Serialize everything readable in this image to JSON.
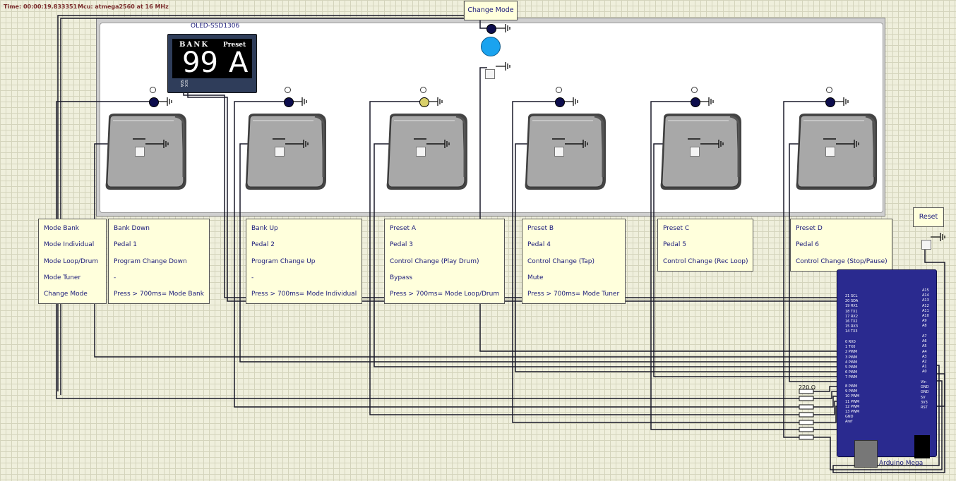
{
  "status": {
    "time": "Time: 00:00:19.833351",
    "mcu": "Mcu: atmega2560 at 16 MHz"
  },
  "oled": {
    "label": "OLED-SSD1306",
    "bank_text": "BANK",
    "preset_text": "Preset",
    "bank_number": "99",
    "preset_letter": "A",
    "pins": "SCK SDA"
  },
  "change_mode_label": "Change Mode",
  "reset_label": "Reset",
  "resistor_label": "220 Ω",
  "arduino_label": "Arduino Mega",
  "mode_legend": [
    "Mode Bank",
    "Mode Individual",
    "Mode Loop/Drum",
    "Mode Tuner",
    "Change Mode"
  ],
  "pedals": [
    {
      "lines": [
        "Bank Down",
        "Pedal 1",
        "Program Change Down",
        "-",
        "Press > 700ms= Mode Bank"
      ],
      "led_lit": false
    },
    {
      "lines": [
        "Bank Up",
        "Pedal 2",
        "Program Change Up",
        "-",
        "Press > 700ms= Mode Individual"
      ],
      "led_lit": false
    },
    {
      "lines": [
        "Preset A",
        "Pedal 3",
        "Control Change (Play Drum)",
        "Bypass",
        "Press > 700ms= Mode Loop/Drum"
      ],
      "led_lit": true
    },
    {
      "lines": [
        "Preset B",
        "Pedal 4",
        "Control Change (Tap)",
        "Mute",
        "Press > 700ms= Mode Tuner"
      ],
      "led_lit": false
    },
    {
      "lines": [
        "Preset C",
        "Pedal 5",
        "Control Change (Rec Loop)"
      ],
      "led_lit": false
    },
    {
      "lines": [
        "Preset D",
        "Pedal 6",
        "Control Change (Stop/Pause)"
      ],
      "led_lit": false
    }
  ],
  "mega_pins": {
    "left_top": [
      "21 SCL",
      "20 SDA",
      "19 RX1",
      "18 TX1",
      "17 RX2",
      "16 TX2",
      "15 RX3",
      "14 TX3"
    ],
    "left_mid": [
      "0  RX0",
      "1  TX0",
      "2  PWM",
      "3  PWM",
      "4  PWM",
      "5  PWM",
      "6  PWM",
      "7  PWM"
    ],
    "left_bot": [
      "8  PWM",
      "9  PWM",
      "10 PWM",
      "11 PWM",
      "12 PWM",
      "13 PWM",
      "GND",
      "Aref"
    ],
    "right_top": [
      "A15",
      "A14",
      "A13",
      "A12",
      "A11",
      "A10",
      "A9",
      "A8"
    ],
    "right_mid": [
      "A7",
      "A6",
      "A5",
      "A4",
      "A3",
      "A2",
      "A1",
      "A0"
    ],
    "right_bot": [
      "Vin",
      "GND",
      "GND",
      "5V",
      "3V3",
      "RST"
    ]
  }
}
